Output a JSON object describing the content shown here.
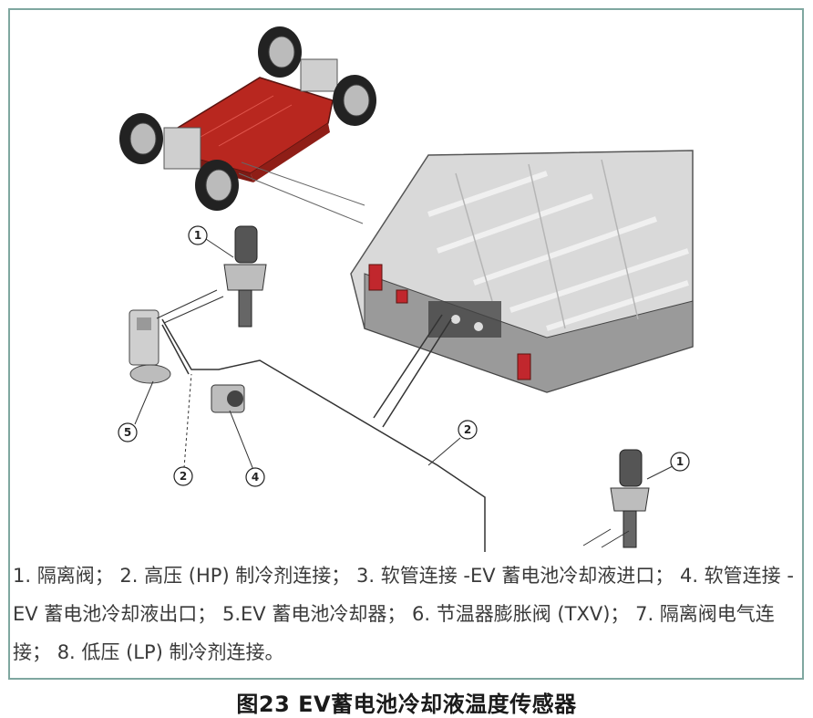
{
  "callouts": {
    "c1_top": "1",
    "c5": "5",
    "c2_left": "2",
    "c4": "4",
    "c2_right": "2",
    "c1_right": "1"
  },
  "legend": {
    "items": [
      "1. 隔离阀；",
      "2. 高压 (HP) 制冷剂连接；",
      "3. 软管连接 -EV 蓄电池冷却液进口；",
      "4. 软管连接 -EV 蓄电池冷却液出口；",
      "5.EV 蓄电池冷却器；",
      "6. 节温器膨胀阀 (TXV)；",
      "7. 隔离阀电气连接；",
      "8. 低压 (LP) 制冷剂连接。"
    ]
  },
  "caption": "图23 EV蓄电池冷却液温度传感器",
  "colors": {
    "frame": "#7fa7a0",
    "battery_red": "#b8271f",
    "text": "#3a3a3a"
  }
}
